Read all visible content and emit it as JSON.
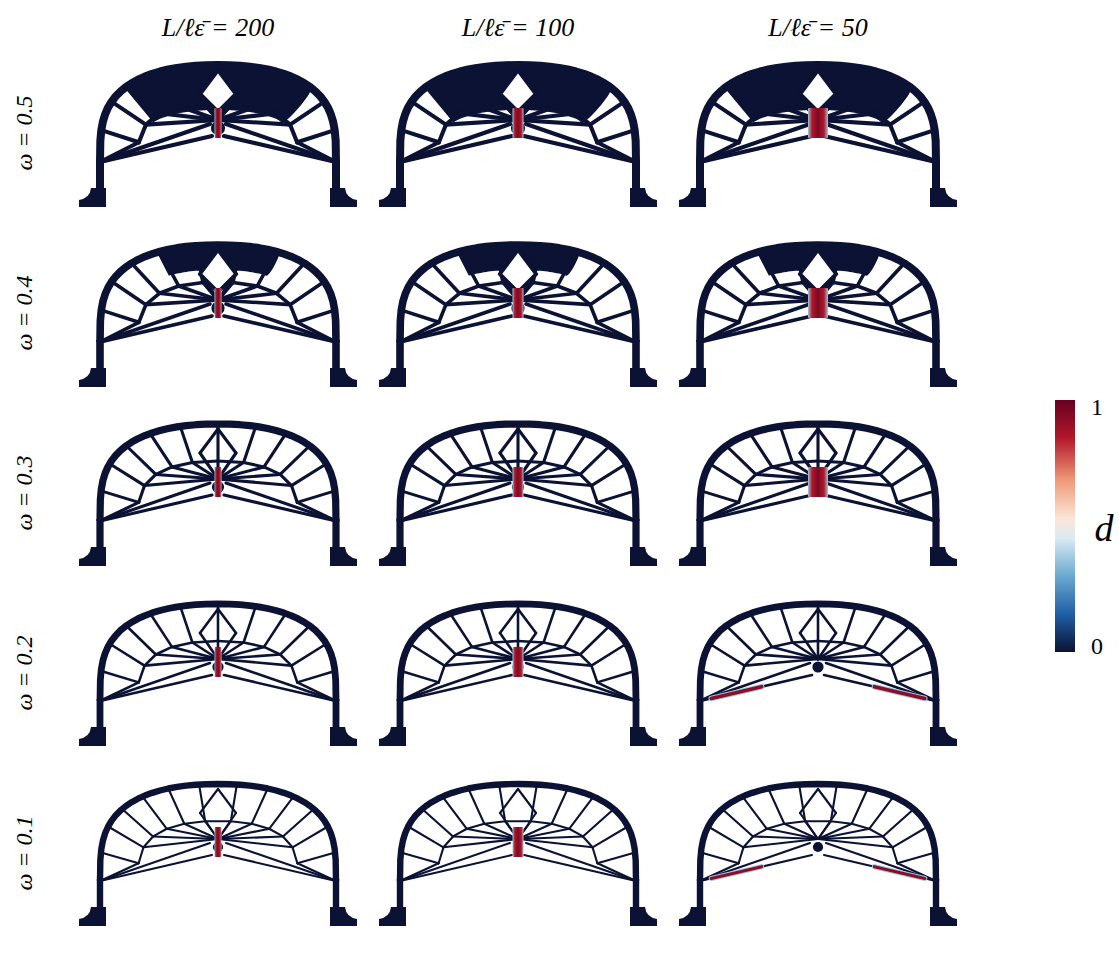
{
  "diagram": {
    "labels": [
      "L/ℓε̄ = 200",
      "L/ℓε̄ = 100",
      "L/ℓε̄ = 50",
      "ω = 0.5",
      "ω = 0.4",
      "ω = 0.3",
      "ω = 0.2",
      "ω = 0.1",
      "1",
      "d",
      "0"
    ]
  }
}
